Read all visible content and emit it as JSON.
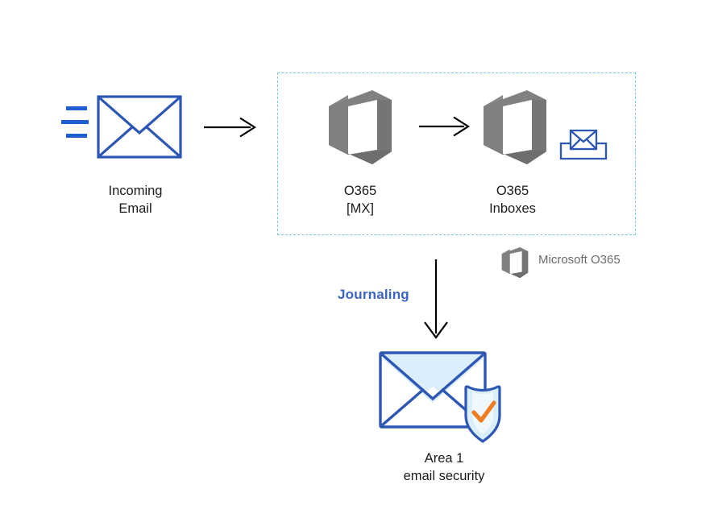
{
  "diagram": {
    "title": "Email journaling flow to Area 1 email security",
    "background": "#ffffff",
    "colors": {
      "envelope_blue": "#2d56b5",
      "speed_line_blue": "#1f5fd0",
      "office_gray": "#808080",
      "office_gray_dark": "#6e6e6e",
      "dashed_teal": "#79c8dd",
      "arrow_black": "#000000",
      "journaling_blue": "#3b63c4",
      "shield_orange": "#ef7d22",
      "shield_fill_light": "#d9effa",
      "envelope_fill_light": "#dbeefb",
      "legend_text_gray": "#6b6b6b",
      "label_text": "#1a1a1a"
    }
  },
  "nodes": {
    "incoming_email": {
      "label_line1": "Incoming",
      "label_line2": "Email",
      "icon": "incoming-envelope-icon"
    },
    "o365_mx": {
      "label_line1": "O365",
      "label_line2": "[MX]",
      "icon": "office-365-logo-icon"
    },
    "o365_inboxes": {
      "label_line1": "O365",
      "label_line2": "Inboxes",
      "icon": "office-365-logo-icon",
      "secondary_icon": "inbox-tray-envelope-icon"
    },
    "area1": {
      "label_line1": "Area 1",
      "label_line2": "email security",
      "icon": "envelope-shield-check-icon"
    }
  },
  "edges": {
    "incoming_to_mx": {
      "name": "arrow-incoming-to-mx",
      "direction": "right"
    },
    "mx_to_inboxes": {
      "name": "arrow-mx-to-inboxes",
      "direction": "right"
    },
    "inboxes_to_area1": {
      "name": "arrow-journaling-down",
      "direction": "down",
      "label": "Journaling"
    }
  },
  "zone": {
    "name": "o365-boundary",
    "style": "dashed"
  },
  "legend": {
    "text": "Microsoft O365",
    "icon": "office-365-logo-icon"
  }
}
